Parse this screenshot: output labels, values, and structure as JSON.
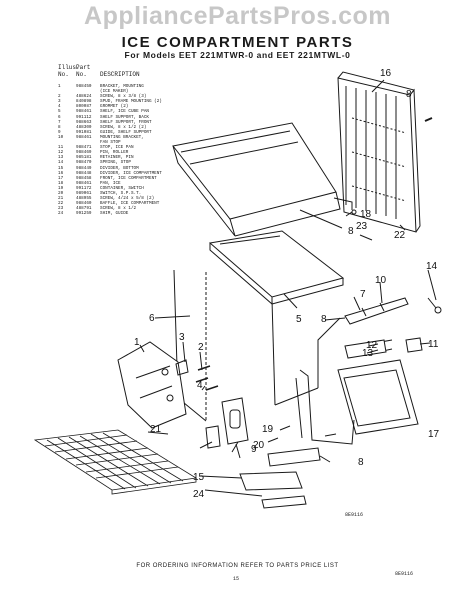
{
  "watermark": "AppliancePartsPros.com",
  "title": "ICE COMPARTMENT PARTS",
  "subtitle": "For Models EET 221MTWR-0 and EET 221MTWL-0",
  "table_header": {
    "illus": "Illus.",
    "no": "No.",
    "part": "Part",
    "part_no": "No.",
    "description": "DESCRIPTION"
  },
  "parts": [
    {
      "illus": "1",
      "part": "988450",
      "desc": "BRACKET, MOUNTING",
      "cont": "(ICE MAKER)"
    },
    {
      "illus": "2",
      "part": "488624",
      "desc": "SCREW, 8 x 3/8 (3)"
    },
    {
      "illus": "3",
      "part": "840898",
      "desc": "SPUD, FRAME MOUNTING (2)"
    },
    {
      "illus": "4",
      "part": "800087",
      "desc": "GROMMET (2)"
    },
    {
      "illus": "5",
      "part": "988461",
      "desc": "SHELF, ICE CUBE PAN"
    },
    {
      "illus": "6",
      "part": "991112",
      "desc": "SHELF SUPPORT, BACK"
    },
    {
      "illus": "7",
      "part": "988663",
      "desc": "SHELF SUPPORT, FRONT"
    },
    {
      "illus": "8",
      "part": "488300",
      "desc": "SCREW, 8 x 1/2 (2)"
    },
    {
      "illus": "9",
      "part": "991081",
      "desc": "GUIDE, SHELF SUPPORT"
    },
    {
      "illus": "10",
      "part": "988461",
      "desc": "MOUNTING BRACKET,",
      "cont": "FAN STOP"
    },
    {
      "illus": "11",
      "part": "988471",
      "desc": "STOP, ICE PAN"
    },
    {
      "illus": "12",
      "part": "988469",
      "desc": "PIN, ROLLER"
    },
    {
      "illus": "13",
      "part": "985181",
      "desc": "RETAINER, PIN"
    },
    {
      "illus": "14",
      "part": "988470",
      "desc": "SPRING, STOP"
    },
    {
      "illus": "15",
      "part": "988449",
      "desc": "DIVIDER, BOTTOM"
    },
    {
      "illus": "16",
      "part": "988448",
      "desc": "DIVIDER, ICE COMPARTMENT"
    },
    {
      "illus": "17",
      "part": "988458",
      "desc": "FRONT, ICE COMPARTMENT"
    },
    {
      "illus": "18",
      "part": "988461",
      "desc": "PAN, ICE"
    },
    {
      "illus": "19",
      "part": "991172",
      "desc": "CONTAINER, SWITCH"
    },
    {
      "illus": "20",
      "part": "989061",
      "desc": "SWITCH, S.P.S.T."
    },
    {
      "illus": "21",
      "part": "488955",
      "desc": "SCREW, 4/24 x 5/8 (2)"
    },
    {
      "illus": "22",
      "part": "988460",
      "desc": "BAFFLE, ICE COMPARTMENT"
    },
    {
      "illus": "23",
      "part": "488791",
      "desc": "SCREW, 8 x 1/2"
    },
    {
      "illus": "24",
      "part": "991259",
      "desc": "SHIM, GUIDE"
    }
  ],
  "callouts": [
    "1",
    "2",
    "3",
    "4",
    "5",
    "6",
    "7",
    "8",
    "8",
    "8",
    "8",
    "9",
    "10",
    "11",
    "12",
    "13",
    "14",
    "15",
    "16",
    "17",
    "18",
    "19",
    "20",
    "21",
    "22",
    "23",
    "24"
  ],
  "figure_number": "8E9116",
  "footer": "FOR ORDERING INFORMATION REFER TO PARTS PRICE LIST",
  "page_number": "15",
  "corner_code": "8E9116"
}
